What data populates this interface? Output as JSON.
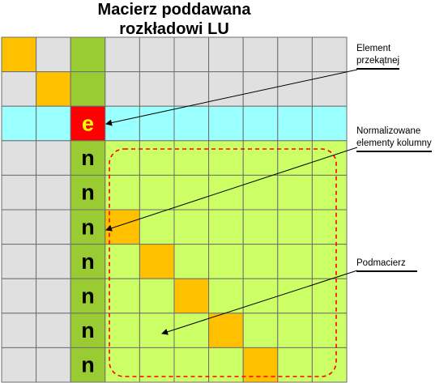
{
  "title": {
    "line1": "Macierz poddawana",
    "line2": "rozkładowi LU"
  },
  "matrix": {
    "size": 10,
    "pivot_index": 2,
    "diagonal_symbol": "e",
    "column_symbol": "n"
  },
  "labels": {
    "diagonal_element": {
      "line1": "Element",
      "line2": "przekątnej"
    },
    "normalized_column": {
      "line1": "Normalizowane",
      "line2": "elementy kolumny"
    },
    "submatrix": {
      "line1": "Podmacierz"
    }
  },
  "colors": {
    "gray": "#e0e0e0",
    "orange": "#ffc000",
    "dark_green": "#99cc33",
    "light_green": "#ccff66",
    "cyan": "#99ffff",
    "red": "#ff0000",
    "yellow_text": "#ffff00",
    "dashed": "#ff0000"
  }
}
